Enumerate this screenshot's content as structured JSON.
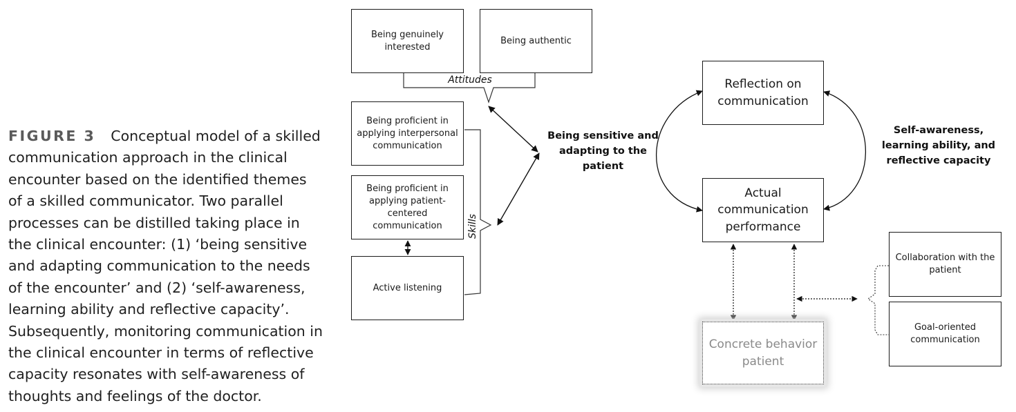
{
  "caption": {
    "figure_label": "FIGURE 3",
    "text": "Conceptual model of a skilled communication approach in the clinical encounter based on the identified themes of a skilled communicator. Two parallel processes can be distilled taking place in the clinical encounter: (1) ‘being sensitive and adapting communication to the needs of the encounter’ and (2) ‘self-awareness, learning ability and reflective capacity’. Subsequently, monitoring communication in the clinical encounter in terms of reflective capacity resonates with self-awareness of thoughts and feelings of the doctor."
  },
  "attitudes": {
    "label": "Attitudes",
    "items": [
      "Being genuinely interested",
      "Being authentic"
    ]
  },
  "skills": {
    "label": "Skills",
    "items": [
      "Being proficient in applying interpersonal communication",
      "Being proficient in applying patient-centered communication",
      "Active listening"
    ]
  },
  "sensitive_label": "Being sensitive and adapting to the patient",
  "reflection_box": "Reflection on communication",
  "performance_box": "Actual communication performance",
  "self_awareness_label": "Self-awareness, learning ability, and reflective capacity",
  "concrete_box": "Concrete behavior patient",
  "patient_items": [
    "Collaboration with the patient",
    "Goal-oriented communication"
  ]
}
